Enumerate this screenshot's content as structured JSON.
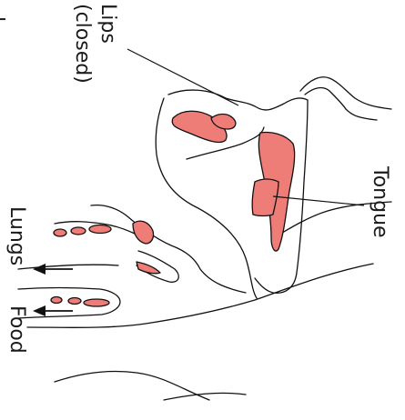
{
  "diagram": {
    "colors": {
      "tissue": "#ee7d78",
      "tongue_highlight": "#e8194f",
      "outline": "#111111",
      "background": "#ffffff"
    },
    "labels": {
      "lips": "Lips",
      "lips_note": "(closed)",
      "tongue": "Tongue",
      "lungs": "Lungs",
      "food": "Food"
    },
    "icons": {
      "lungs_arrow": "arrow-left-icon",
      "food_arrow": "arrow-left-icon"
    }
  }
}
